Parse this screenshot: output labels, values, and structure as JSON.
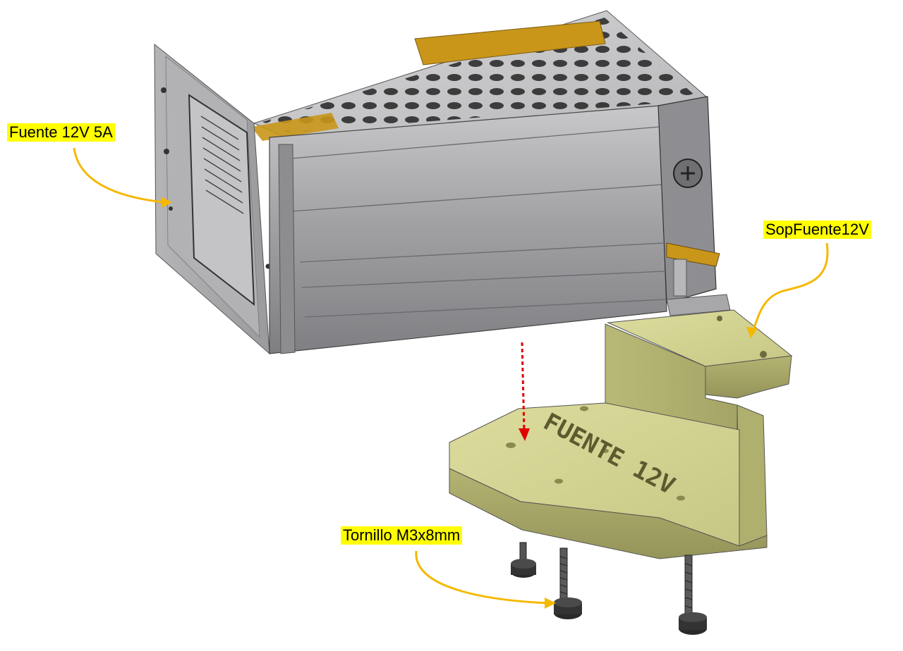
{
  "labels": {
    "power_supply": "Fuente 12V 5A",
    "mount": "SopFuente12V",
    "screw": "Tornillo M3x8mm"
  },
  "mount_engraving": "FUENTE 12V",
  "colors": {
    "label_bg": "#ffff00",
    "leader": "#f5b800",
    "assembly_arrow": "#e00000",
    "psu_metal": "#a9a9ab",
    "mount_plastic": "#c9c987",
    "screw": "#2a2a2a"
  }
}
